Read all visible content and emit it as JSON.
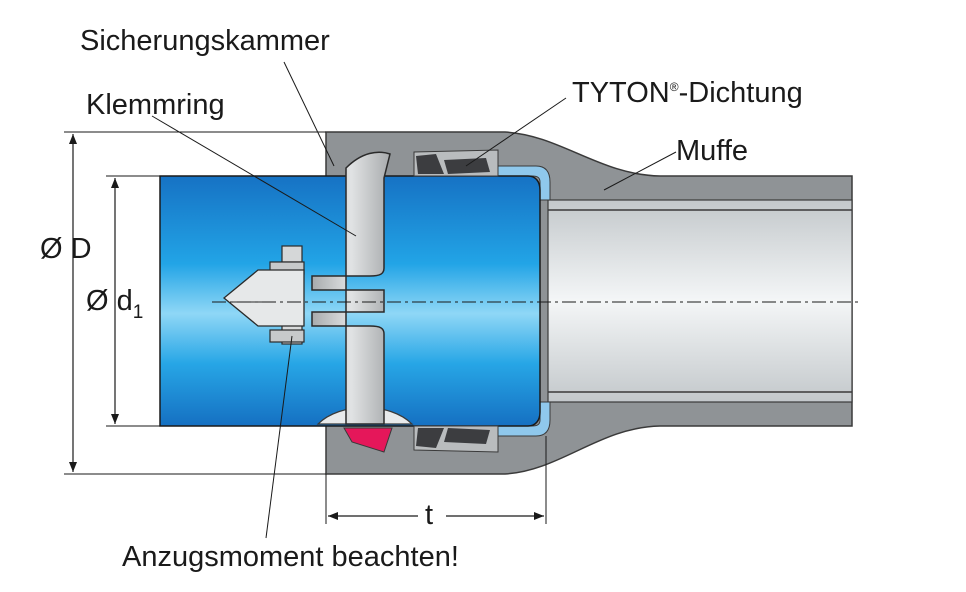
{
  "labels": {
    "sicherungskammer": "Sicherungskammer",
    "klemmring": "Klemmring",
    "tyton_main": "TYTON",
    "tyton_reg": "®",
    "tyton_rest": "-Dichtung",
    "muffe": "Muffe",
    "anzugsmoment": "Anzugsmoment beachten!"
  },
  "dimensions": {
    "outer_diameter": "Ø D",
    "inner_diameter_main": "Ø d",
    "inner_diameter_sub": "1",
    "socket_depth": "t"
  },
  "colors": {
    "pipe_blue": "#1e9be0",
    "socket_grey": "#8f9396",
    "bore_grey": "#dfe3e5",
    "ring_grey": "#b9bcbe",
    "seal_dark": "#3c3d40",
    "wedge_red": "#e5175a",
    "line": "#1a1a1a"
  }
}
